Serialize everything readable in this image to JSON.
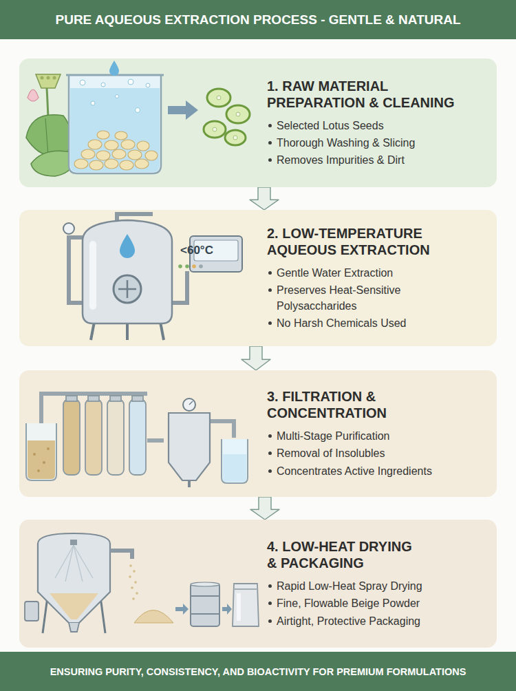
{
  "diagram": {
    "title": "PURE AQUEOUS EXTRACTION PROCESS - GENTLE & NATURAL",
    "caption": "ENSURING PURITY, CONSISTENCY, AND BIOACTIVITY FOR PREMIUM FORMULATIONS",
    "nodes": [
      {
        "text": [
          "1. RAW MATERIAL PREPARATION & CLEANING",
          "Selected Lotus Seeds",
          "Thorough Washing & Slicing",
          "Removes Impurities & Dirt"
        ]
      },
      {
        "text": [
          "2. LOW-TEMPERATURE AQUEOUS EXTRACTION",
          "Gentle Water Extraction",
          "Preserves Heat-Sensitive Polysaccharides",
          "No Harsh Chemicals Used"
        ]
      },
      {
        "text": [
          "3. FILTRATION & CONCENTRATION",
          "Multi-Stage Purification",
          "Removal of Insolubles",
          "Concentrates Active Ingredients"
        ]
      },
      {
        "text": [
          "4. LOW-HEAT DRYING & PACKAGING",
          "Rapid Low-Heat Spray Drying",
          "Fine, Flowable Beige Powder",
          "Airtight, Protective Packaging"
        ]
      }
    ],
    "edges": [
      {
        "from": 0,
        "to": 1,
        "arrow": "to"
      },
      {
        "from": 1,
        "to": 2,
        "arrow": "to"
      },
      {
        "from": 2,
        "to": 3,
        "arrow": "to"
      }
    ],
    "labels": [
      "<60°C"
    ]
  }
}
